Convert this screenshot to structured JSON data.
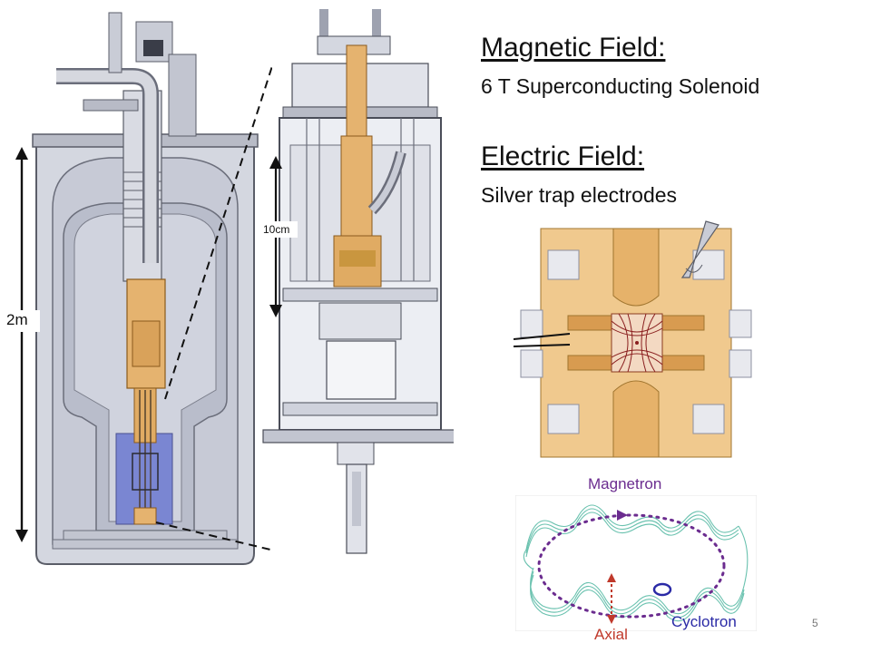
{
  "magnetic": {
    "heading": "Magnetic Field:",
    "detail": "6 T Superconducting Solenoid"
  },
  "electric": {
    "heading": "Electric Field:",
    "detail": "Silver trap electrodes"
  },
  "scale": {
    "cryostat": "2m",
    "insert": "10cm"
  },
  "motions": {
    "magnetron": "Magnetron",
    "cyclotron": "Cyclotron",
    "axial": "Axial"
  },
  "page_number": "5",
  "colors": {
    "steel": "#c9ccd6",
    "steel_dark": "#8c90a0",
    "copper": "#e5b36f",
    "copper_dark": "#b98232",
    "trap_blue": "#7a86d2",
    "magnetron": "#6b2c8f",
    "cyclotron": "#2a2aa6",
    "axial": "#c0392b",
    "helix": "#4fb7a1"
  }
}
